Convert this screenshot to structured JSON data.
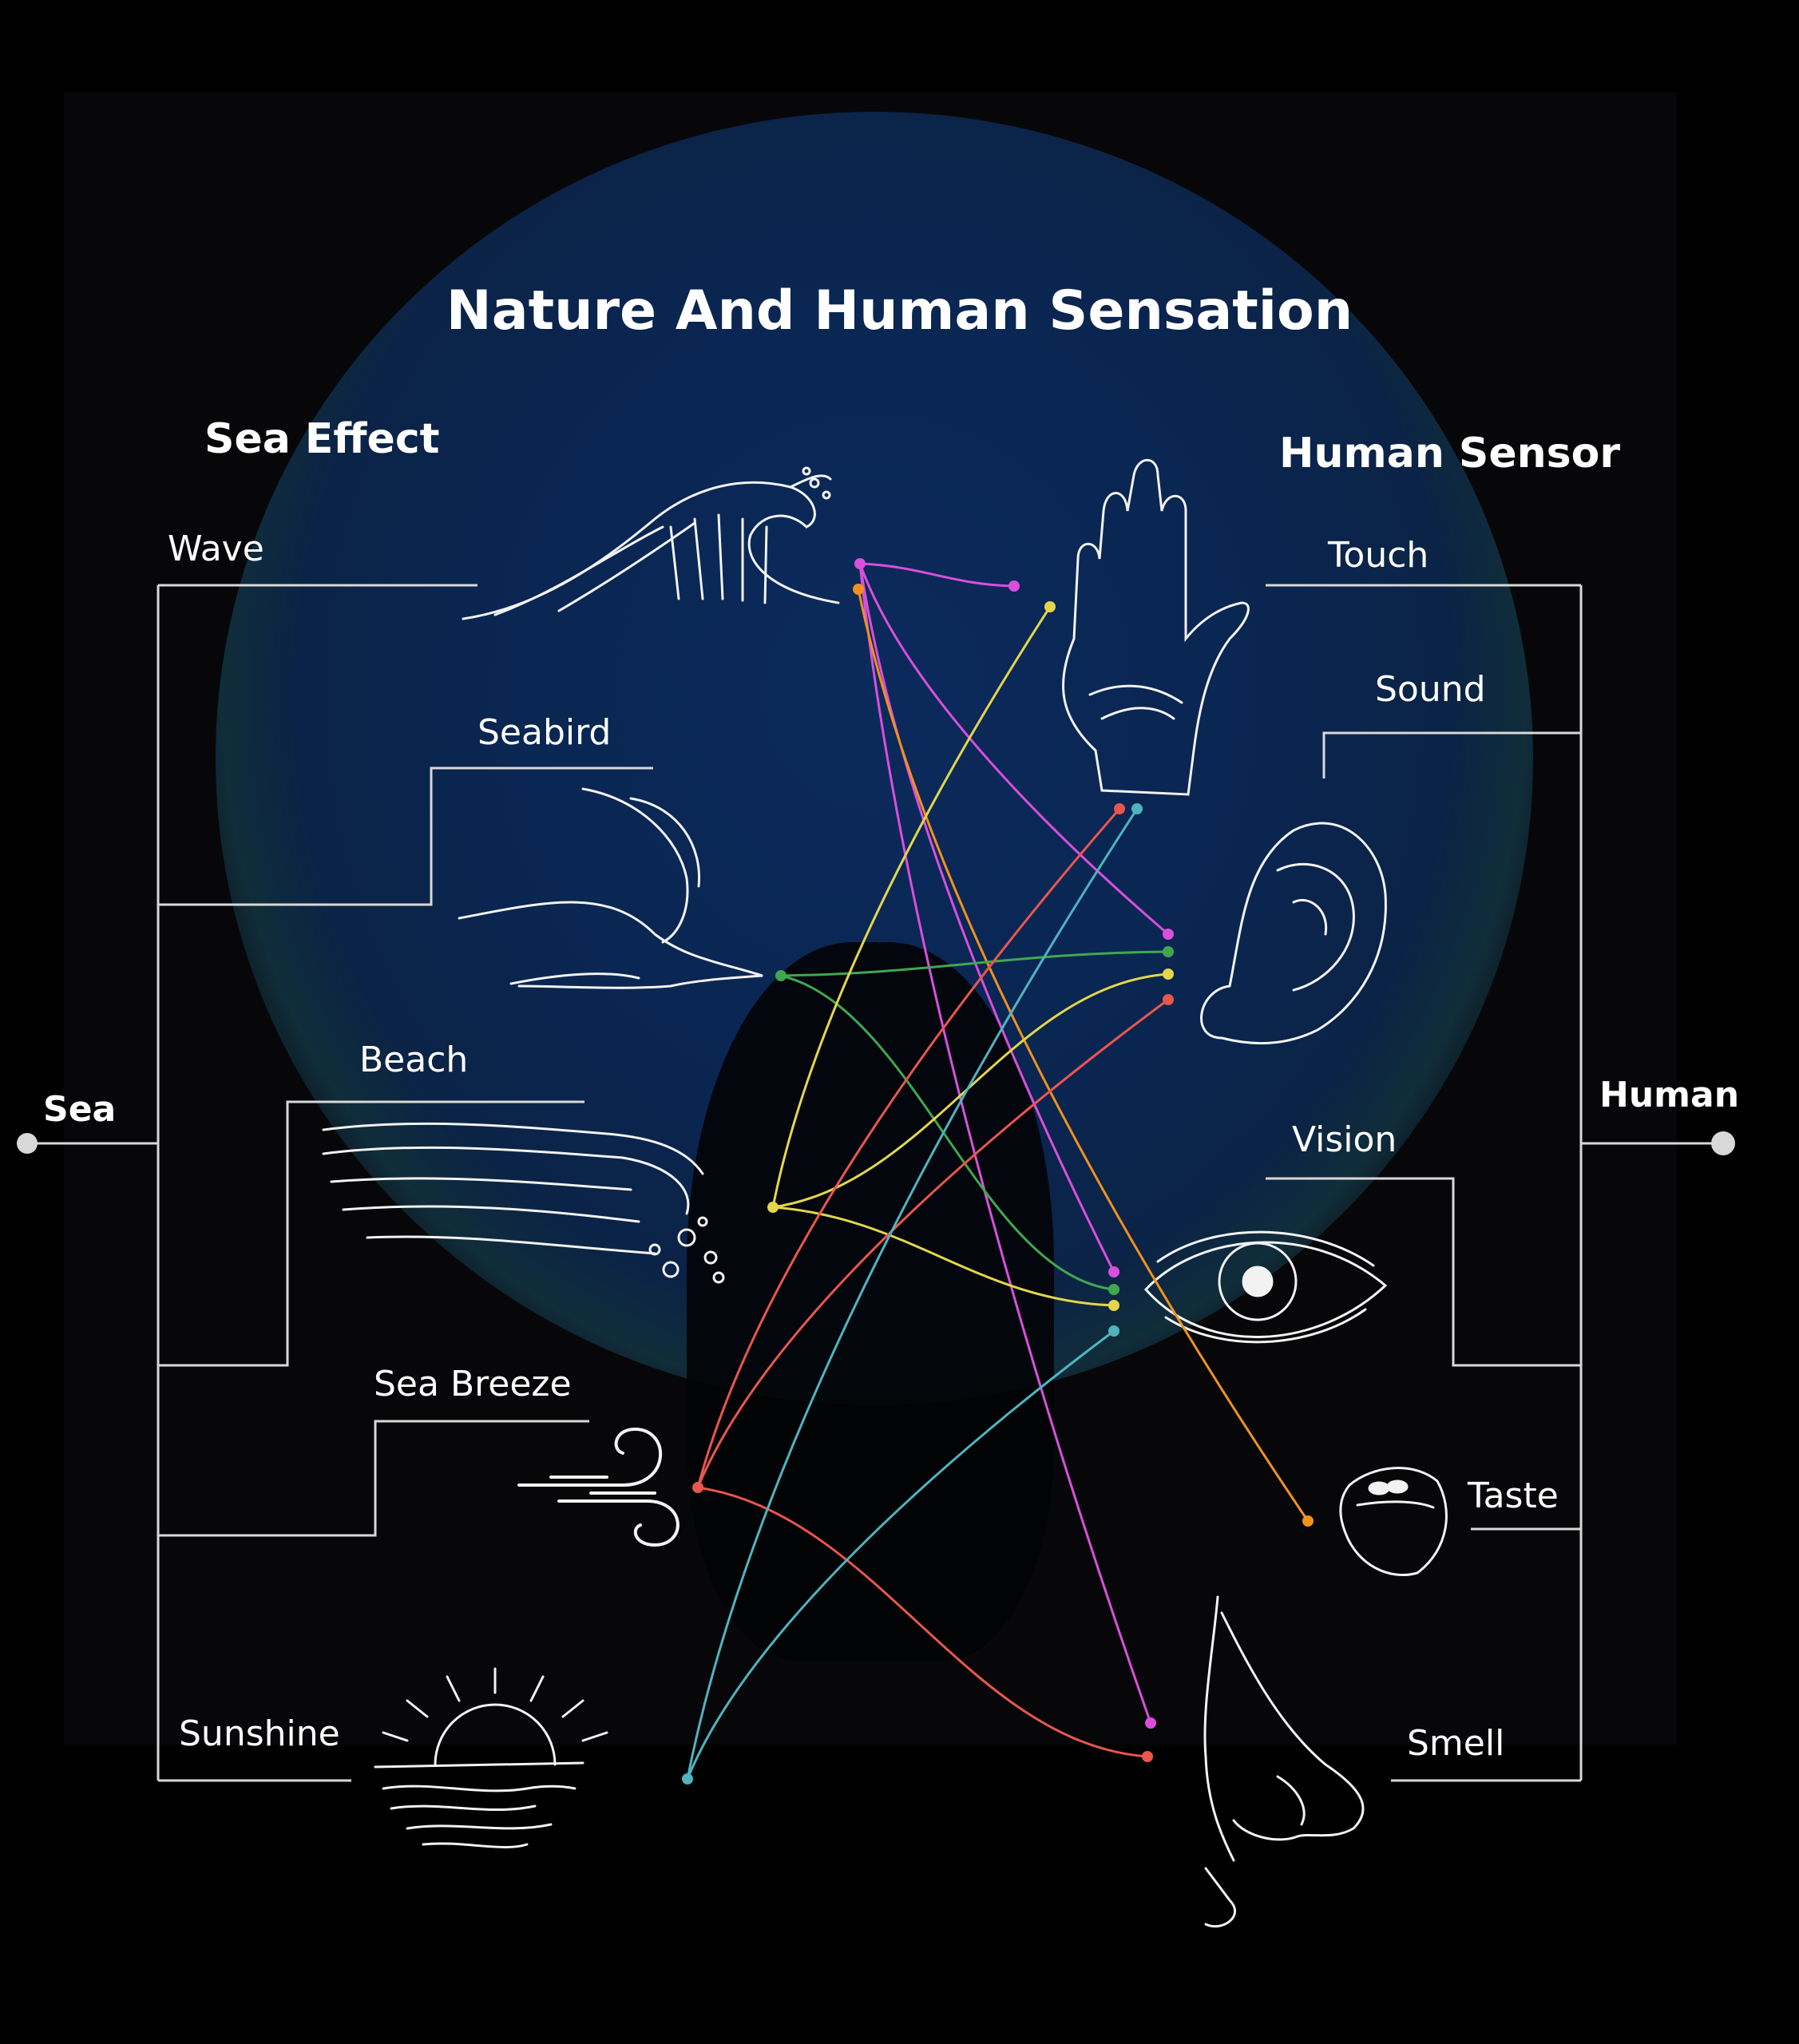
{
  "title": "Nature And Human Sensation",
  "left_group": {
    "heading": "Sea Effect",
    "root": "Sea",
    "items": [
      {
        "id": "wave",
        "label": "Wave",
        "icon": "wave-icon"
      },
      {
        "id": "seabird",
        "label": "Seabird",
        "icon": "seabird-icon"
      },
      {
        "id": "beach",
        "label": "Beach",
        "icon": "beach-icon"
      },
      {
        "id": "sea_breeze",
        "label": "Sea Breeze",
        "icon": "wind-icon"
      },
      {
        "id": "sunshine",
        "label": "Sunshine",
        "icon": "sunrise-icon"
      }
    ]
  },
  "right_group": {
    "heading": "Human Sensor",
    "root": "Human",
    "items": [
      {
        "id": "touch",
        "label": "Touch",
        "icon": "hand-icon"
      },
      {
        "id": "sound",
        "label": "Sound",
        "icon": "ear-icon"
      },
      {
        "id": "vision",
        "label": "Vision",
        "icon": "eye-icon"
      },
      {
        "id": "taste",
        "label": "Taste",
        "icon": "mouth-icon"
      },
      {
        "id": "smell",
        "label": "Smell",
        "icon": "nose-icon"
      }
    ]
  },
  "colors": {
    "wave": "#d94fdc",
    "wave_taste": "#f0921e",
    "seabird": "#3fa84f",
    "beach": "#e3d64a",
    "sea_breeze": "#e9564e",
    "sunshine": "#4fb3c0",
    "tree_line": "#d8d8d8",
    "background_glow": "#0a2550"
  },
  "connections": [
    {
      "from": "wave",
      "to": "touch",
      "color_key": "wave"
    },
    {
      "from": "wave",
      "to": "sound",
      "color_key": "wave"
    },
    {
      "from": "wave",
      "to": "vision",
      "color_key": "wave"
    },
    {
      "from": "wave",
      "to": "smell",
      "color_key": "wave"
    },
    {
      "from": "wave",
      "to": "taste",
      "color_key": "wave_taste"
    },
    {
      "from": "seabird",
      "to": "sound",
      "color_key": "seabird"
    },
    {
      "from": "seabird",
      "to": "vision",
      "color_key": "seabird"
    },
    {
      "from": "beach",
      "to": "touch",
      "color_key": "beach"
    },
    {
      "from": "beach",
      "to": "sound",
      "color_key": "beach"
    },
    {
      "from": "beach",
      "to": "vision",
      "color_key": "beach"
    },
    {
      "from": "sea_breeze",
      "to": "touch",
      "color_key": "sea_breeze"
    },
    {
      "from": "sea_breeze",
      "to": "sound",
      "color_key": "sea_breeze"
    },
    {
      "from": "sea_breeze",
      "to": "smell",
      "color_key": "sea_breeze"
    },
    {
      "from": "sunshine",
      "to": "touch",
      "color_key": "sunshine"
    },
    {
      "from": "sunshine",
      "to": "vision",
      "color_key": "sunshine"
    }
  ]
}
